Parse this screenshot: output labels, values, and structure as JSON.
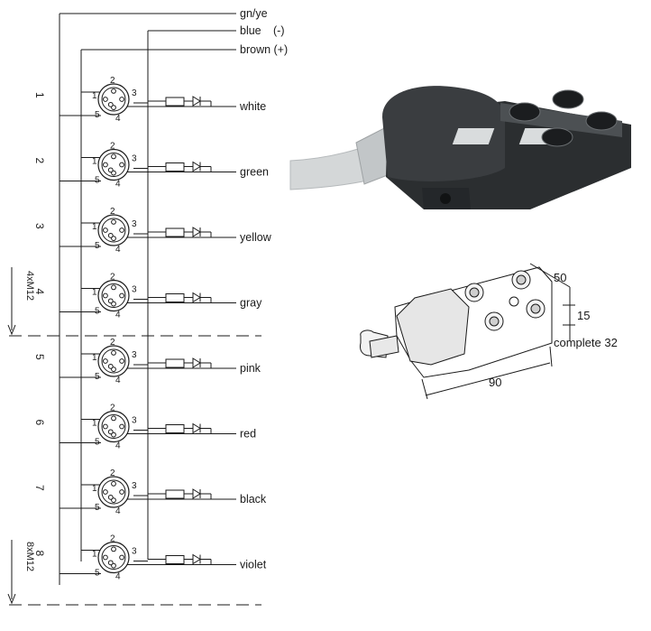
{
  "wires": {
    "gnye": "gn/ye",
    "blue": "blue",
    "minus": "(-)",
    "brown": "brown (+)"
  },
  "ports": [
    {
      "num": "1",
      "color": "white"
    },
    {
      "num": "2",
      "color": "green"
    },
    {
      "num": "3",
      "color": "yellow"
    },
    {
      "num": "4",
      "color": "gray"
    },
    {
      "num": "5",
      "color": "pink"
    },
    {
      "num": "6",
      "color": "red"
    },
    {
      "num": "7",
      "color": "black"
    },
    {
      "num": "8",
      "color": "violet"
    }
  ],
  "pins": [
    "1",
    "2",
    "3",
    "4",
    "5"
  ],
  "groups": {
    "group4": "4xM12",
    "group8": "8xM12"
  },
  "dimensions": {
    "width": "50",
    "height": "15",
    "complete": "complete 32",
    "length": "90"
  },
  "colors": {
    "line": "#1a1a1a",
    "housing": "#2b2e30",
    "cable": "#c9cccd"
  }
}
